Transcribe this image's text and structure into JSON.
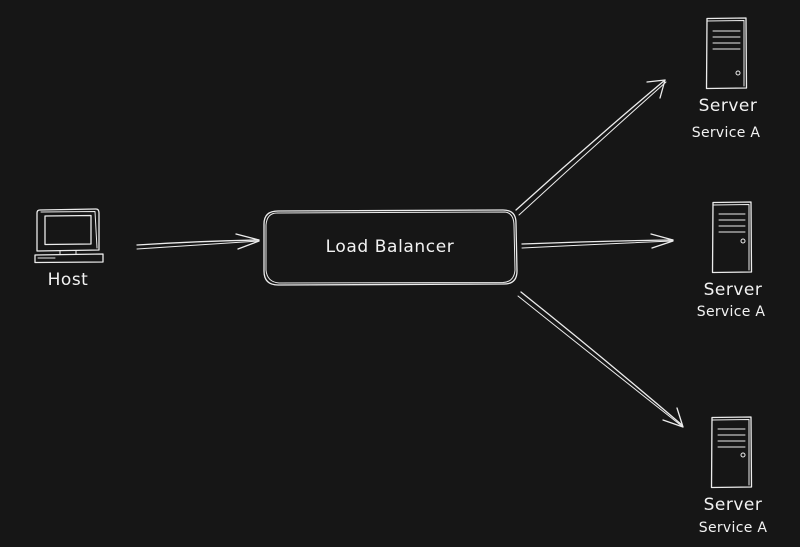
{
  "host": {
    "label": "Host"
  },
  "load_balancer": {
    "label": "Load Balancer"
  },
  "servers": [
    {
      "label": "Server",
      "service": "Service A"
    },
    {
      "label": "Server",
      "service": "Service A"
    },
    {
      "label": "Server",
      "service": "Service A"
    }
  ],
  "colors": {
    "background": "#161616",
    "stroke": "#ececec",
    "text": "#f2f2f2"
  },
  "icons": {
    "host": "monitor-icon",
    "server": "server-tower-icon"
  }
}
